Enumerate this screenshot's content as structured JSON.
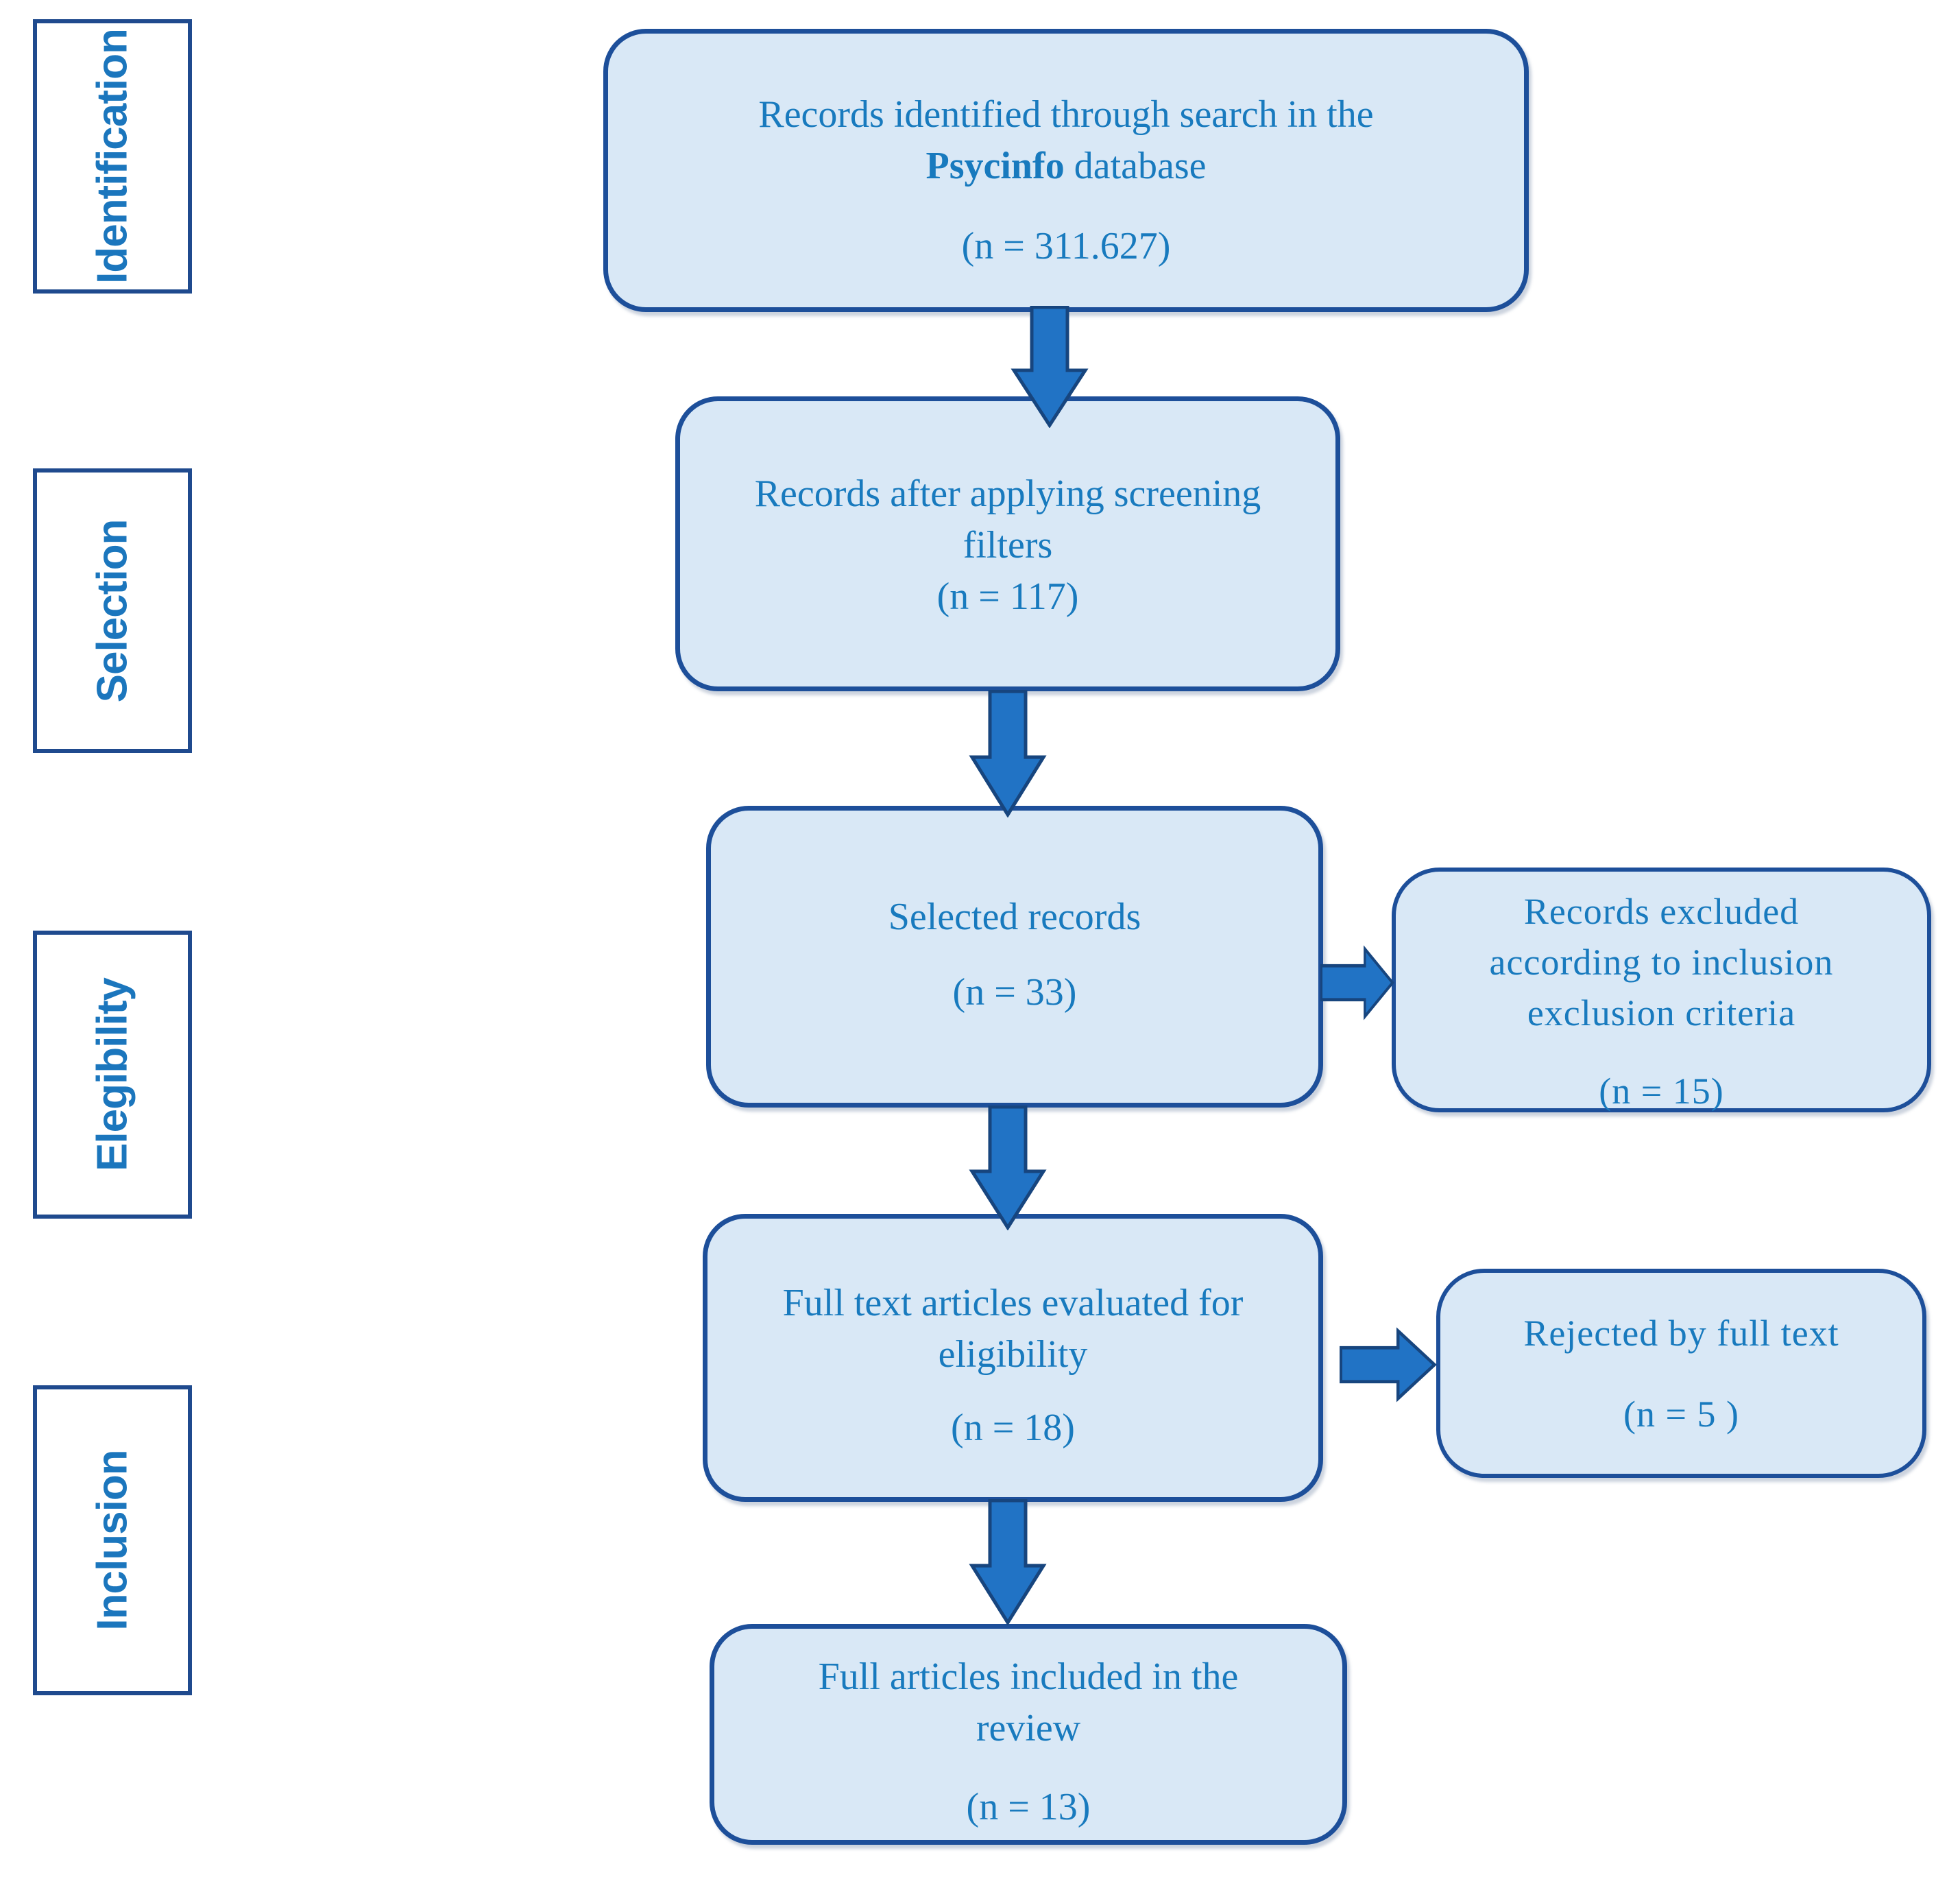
{
  "palette": {
    "box_fill": "#d9e8f6",
    "box_border": "#1d4f9a",
    "rail_border": "#1f4a8e",
    "text_blue": "#187abe",
    "rail_text_blue": "#1b76bd",
    "arrow_fill": "#2173c5",
    "arrow_outline": "#17457e",
    "background": "#ffffff"
  },
  "rail": {
    "items": [
      {
        "label": "Identification"
      },
      {
        "label": "Selection"
      },
      {
        "label": "Elegibility"
      },
      {
        "label": "Inclusion"
      }
    ]
  },
  "flow": {
    "box1": {
      "line1": "Records identified through search in the",
      "line2_bold": "Psycinfo",
      "line2_rest": " database",
      "count": "(n = 311.627)"
    },
    "box2": {
      "line1": "Records after applying screening",
      "line2": "filters",
      "count": "(n = 117)"
    },
    "box3": {
      "line1": "Selected records",
      "count": "(n = 33)"
    },
    "box4": {
      "line1": "Full text articles evaluated for",
      "line2": "eligibility",
      "count": "(n = 18)"
    },
    "box5": {
      "line1": "Full articles included in the",
      "line2": "review",
      "count": "(n = 13)"
    }
  },
  "side": {
    "excluded": {
      "line1": "Records excluded",
      "line2": "according to inclusion",
      "line3": "exclusion criteria",
      "count": "(n = 15)"
    },
    "rejected": {
      "line1": "Rejected by full text",
      "count": "(n = 5 )"
    }
  }
}
